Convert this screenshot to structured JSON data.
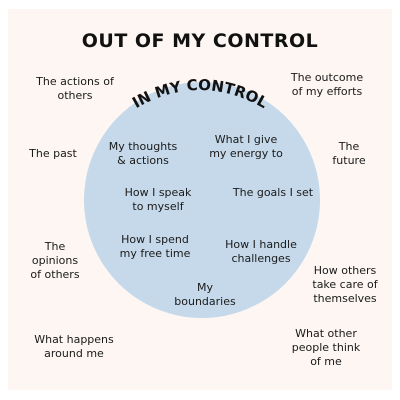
{
  "title": "OUT OF MY CONTROL",
  "inner_title": "IN MY CONTROL",
  "inside": [
    "My thoughts\n& actions",
    "What I give\nmy energy to",
    "How I speak\nto myself",
    "The goals I set",
    "How I spend\nmy free time",
    "How I handle\nchallenges",
    "My\nboundaries"
  ],
  "outside": [
    "The actions of\nothers",
    "The outcome\nof my efforts",
    "The past",
    "The\nfuture",
    "The\nopinions\nof others",
    "How others\ntake care of\nthemselves",
    "What happens\naround me",
    "What other\npeople think\nof me"
  ],
  "colors": {
    "circle": "#c5d9ea",
    "background": "#fdf6f3",
    "text": "#111111"
  }
}
